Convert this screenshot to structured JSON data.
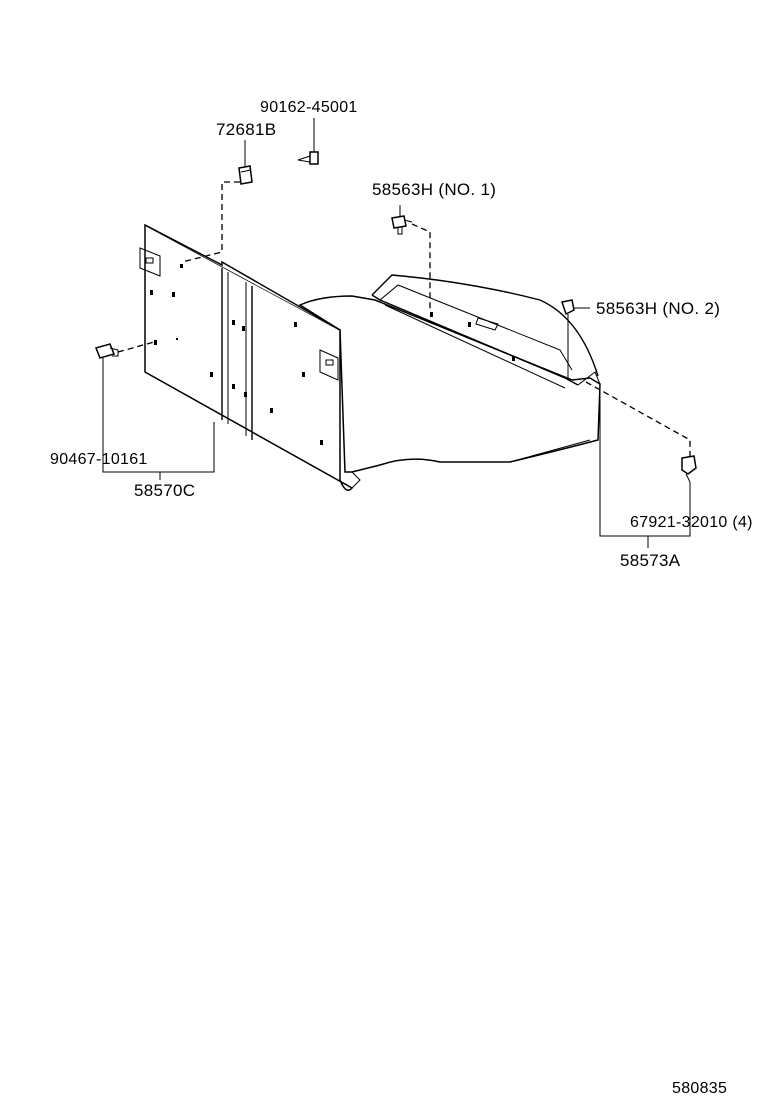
{
  "labels": {
    "p90162": "90162-45001",
    "p72681": "72681B",
    "p58563_no1": "58563H (NO. 1)",
    "p58563_no2": "58563H (NO. 2)",
    "p90467": "90467-10161",
    "p58570": "58570C",
    "p67921": "67921-32010 (4)",
    "p58573": "58573A",
    "ref": "580835"
  }
}
